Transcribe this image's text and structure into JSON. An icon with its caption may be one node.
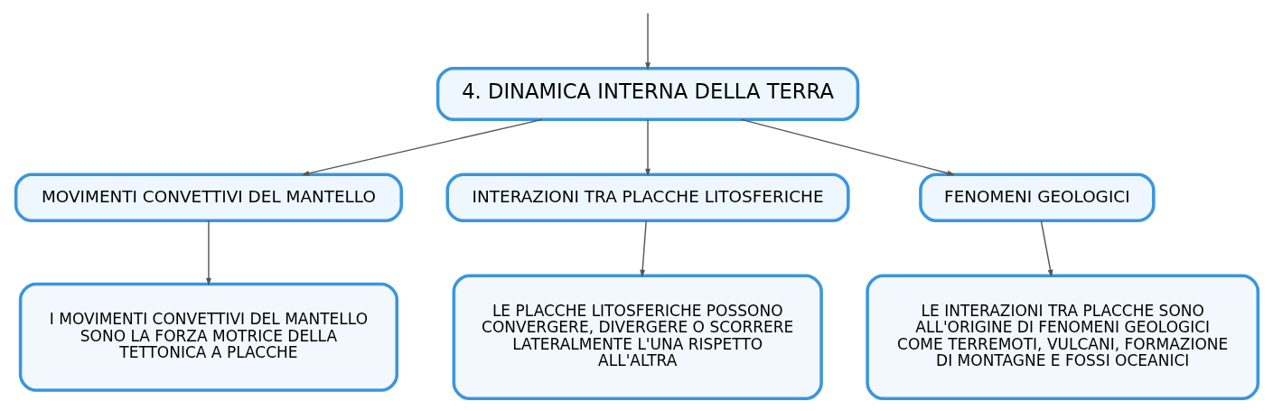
{
  "diagram": {
    "nodes": [
      {
        "text": [
          "4. DINAMICA INTERNA DELLA TERRA"
        ]
      },
      {
        "text": [
          "MOVIMENTI CONVETTIVI DEL MANTELLO"
        ]
      },
      {
        "text": [
          "INTERAZIONI TRA PLACCHE LITOSFERICHE"
        ]
      },
      {
        "text": [
          "FENOMENI GEOLOGICI"
        ]
      },
      {
        "text": [
          "I MOVIMENTI CONVETTIVI DEL MANTELLO SONO LA FORZA MOTRICE DELLA TETTONICA A PLACCHE"
        ]
      },
      {
        "text": [
          "LE PLACCHE LITOSFERICHE POSSONO CONVERGERE, DIVERGERE O SCORRERE LATERALMENTE L'UNA RISPETTO ALL'ALTRA"
        ]
      },
      {
        "text": [
          "LE INTERAZIONI TRA PLACCHE SONO ALL'ORIGINE DI FENOMENI GEOLOGICI COME TERREMOTI, VULCANI, FORMAZIONE DI MONTAGNE E FOSSI OCEANICI"
        ]
      }
    ],
    "edges": [
      {
        "from": null,
        "to": 0,
        "arrow": "to"
      },
      {
        "from": 0,
        "to": 1,
        "arrow": "to"
      },
      {
        "from": 0,
        "to": 2,
        "arrow": "to"
      },
      {
        "from": 0,
        "to": 3,
        "arrow": "to"
      },
      {
        "from": 1,
        "to": 4,
        "arrow": "to"
      },
      {
        "from": 2,
        "to": 5,
        "arrow": "to"
      },
      {
        "from": 3,
        "to": 6,
        "arrow": "to"
      }
    ]
  }
}
